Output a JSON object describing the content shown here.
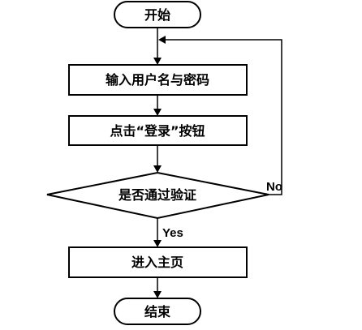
{
  "flowchart": {
    "start": "开始",
    "input": "输入用户名与密码",
    "click": "点击“登录”按钮",
    "decision": "是否通过验证",
    "main_page": "进入主页",
    "end": "结束",
    "yes_label": "Yes",
    "no_label": "No"
  },
  "colors": {
    "stroke": "#000000",
    "fill": "#ffffff",
    "text": "#000000"
  }
}
